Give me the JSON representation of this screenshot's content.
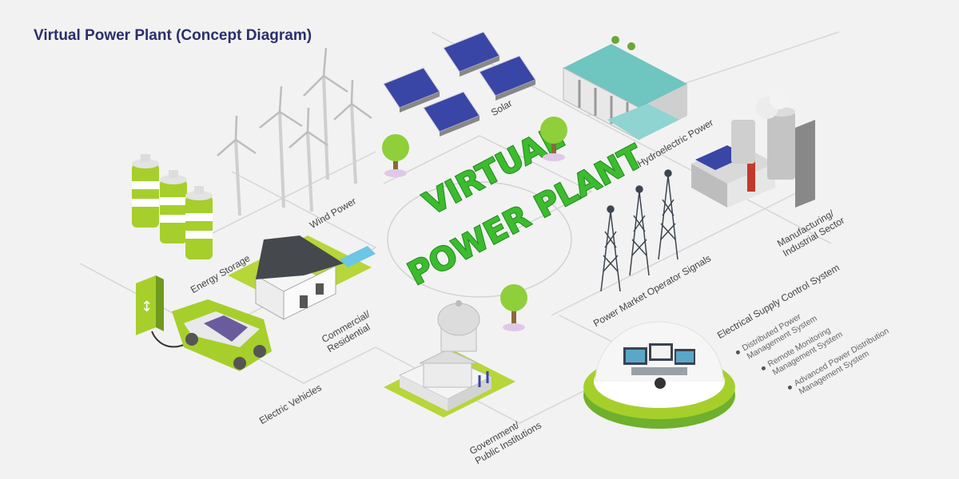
{
  "title": "Virtual Power Plant (Concept Diagram)",
  "center": {
    "line1": "VIRTUAL",
    "line2": "POWER PLANT"
  },
  "nodes": {
    "solar": "Solar",
    "hydro": "Hydroelectric Power",
    "manufacturing": [
      "Manufacturing/",
      "Industrial Sector"
    ],
    "wind": "Wind Power",
    "storage": "Energy Storage",
    "residential": [
      "Commercial/",
      "Residential"
    ],
    "signals": "Power Market Operator Signals",
    "control": "Electrical Supply Control System",
    "control_items": [
      [
        "Distributed Power",
        "Management System"
      ],
      [
        "Remote Monitoring",
        "Management System"
      ],
      [
        "Advanced Power Distribution",
        "Management System"
      ]
    ],
    "ev": "Electric Vehicles",
    "government": [
      "Government/",
      "Public Institutions"
    ]
  },
  "colors": {
    "title": "#2b2f6b",
    "brand_green": "#3dbb2f",
    "lime": "#a6cf2c",
    "solar_blue": "#3a46a6",
    "background": "#f2f2f2"
  }
}
